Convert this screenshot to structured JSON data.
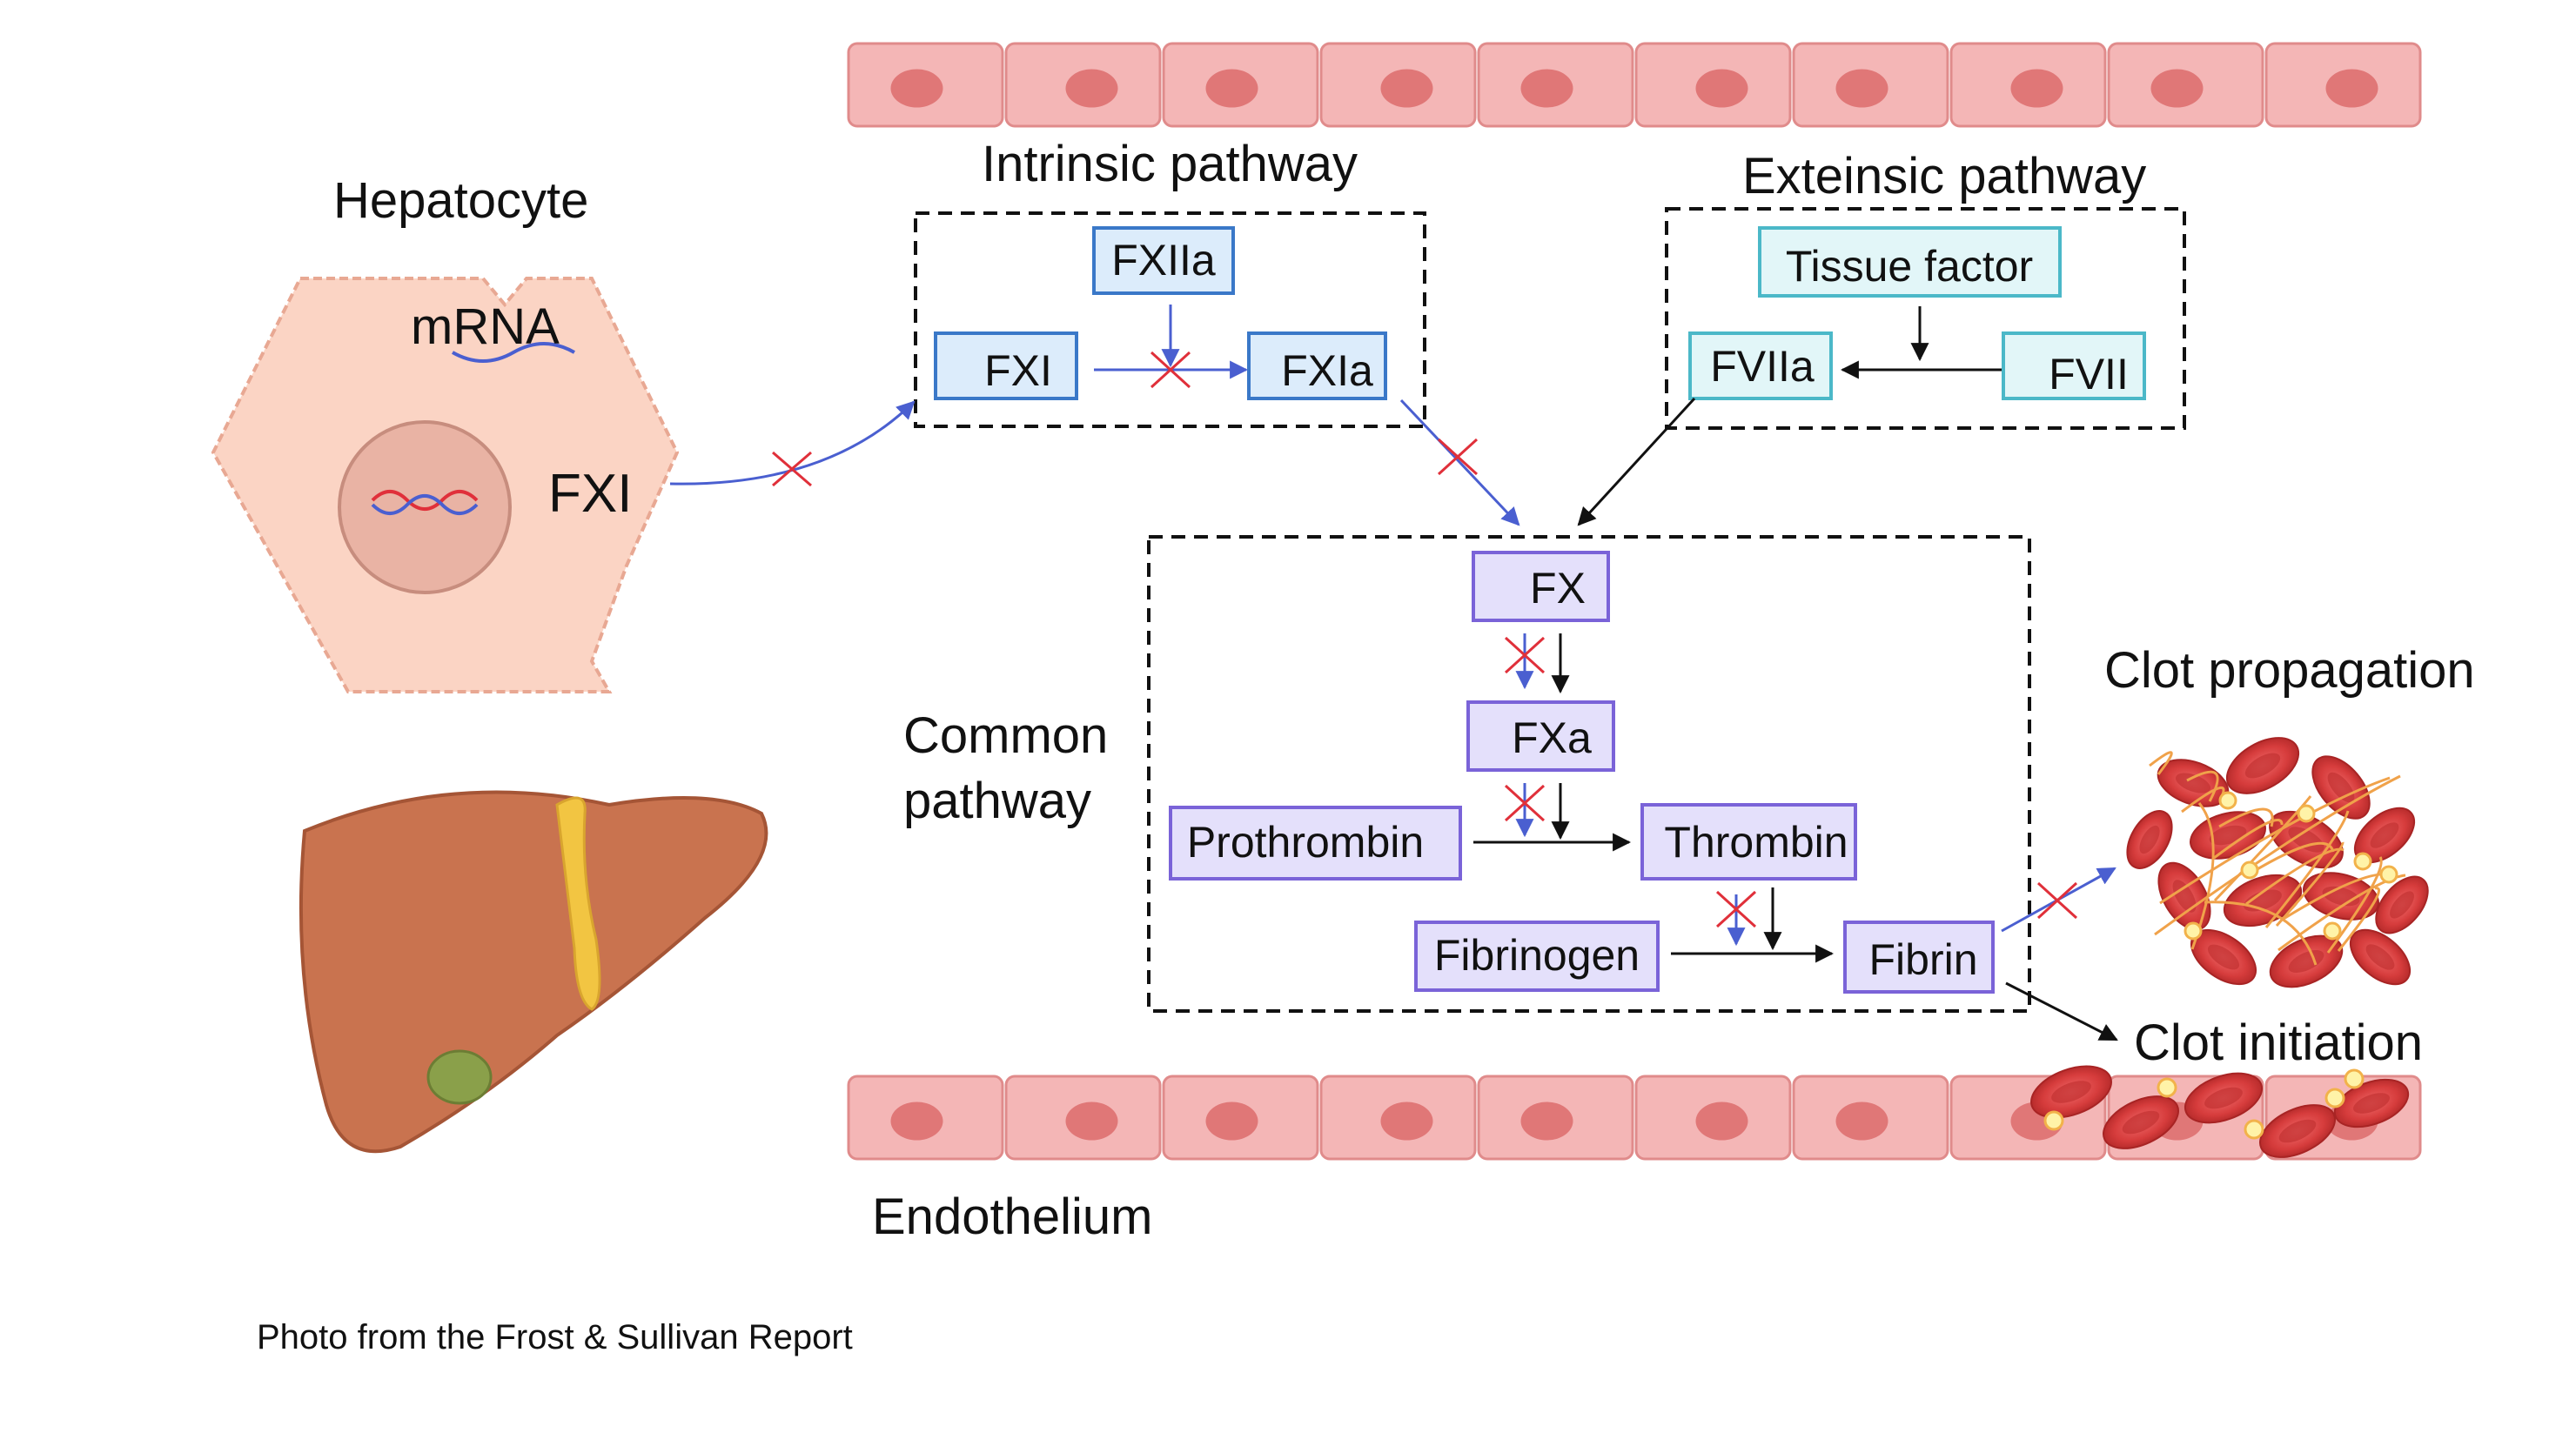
{
  "labels": {
    "hepatocyte": "Hepatocyte",
    "mrna": "mRNA",
    "fxi_out": "FXI",
    "intrinsic": "Intrinsic pathway",
    "extrinsic": "Exteinsic pathway",
    "common_line1": "Common",
    "common_line2": "pathway",
    "clot_propagation": "Clot propagation",
    "clot_initiation": "Clot initiation",
    "endothelium": "Endothelium"
  },
  "nodes": {
    "fxiia": "FXIIa",
    "fxi": "FXI",
    "fxia": "FXIa",
    "tissue_factor": "Tissue factor",
    "fviia": "FVIIa",
    "fvii": "FVII",
    "fx": "FX",
    "fxa": "FXa",
    "prothrombin": "Prothrombin",
    "thrombin": "Thrombin",
    "fibrinogen": "Fibrinogen",
    "fibrin": "Fibrin"
  },
  "credit": "Photo from the Frost & Sullivan Report",
  "colors": {
    "intrinsic_fill": "#dcecfb",
    "intrinsic_stroke": "#3a78c8",
    "extrinsic_fill": "#e2f6f8",
    "extrinsic_stroke": "#4bb8c8",
    "common_fill": "#e4e0fb",
    "common_stroke": "#7a63d8",
    "inhibit_cross": "#e0303a",
    "blue_arrow": "#4a5fd0",
    "cell_fill": "#f4b6b6",
    "nucleus": "#e07777"
  }
}
